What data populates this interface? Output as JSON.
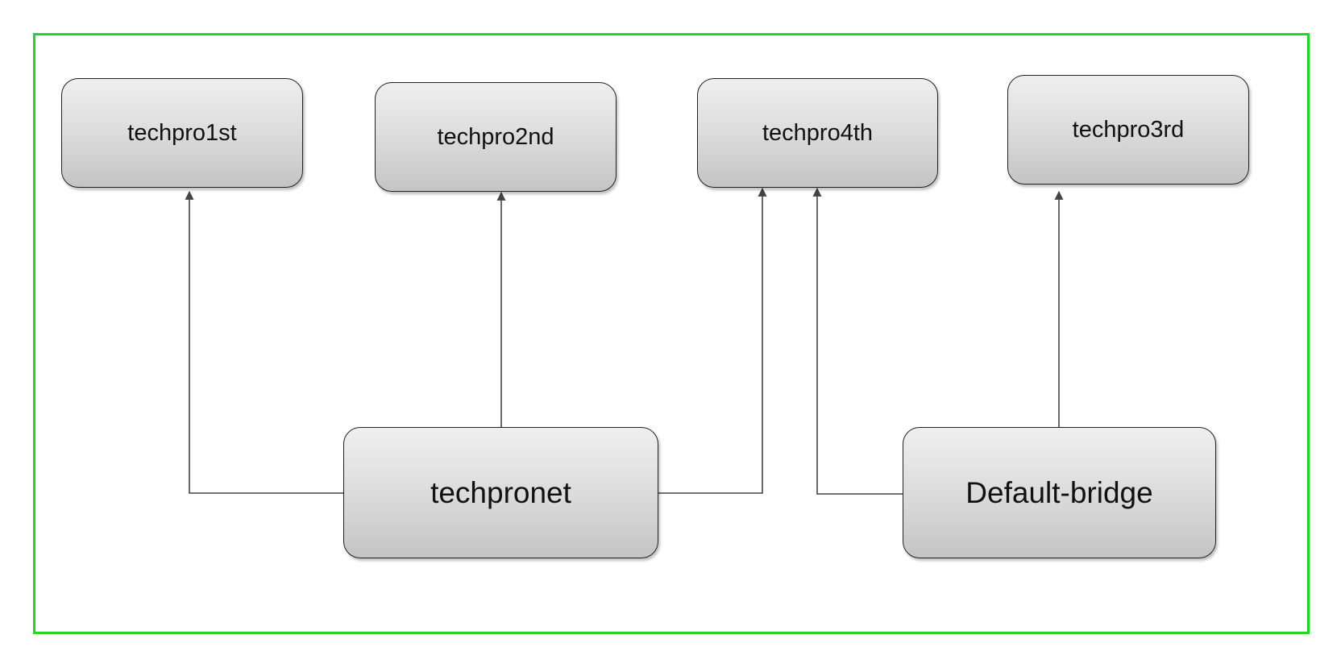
{
  "nodes": {
    "techpro1st": "techpro1st",
    "techpro2nd": "techpro2nd",
    "techpro4th": "techpro4th",
    "techpro3rd": "techpro3rd",
    "techpronet": "techpronet",
    "default_bridge": "Default-bridge"
  },
  "edges": [
    {
      "from": "techpronet",
      "to": "techpro1st"
    },
    {
      "from": "techpronet",
      "to": "techpro2nd"
    },
    {
      "from": "techpronet",
      "to": "techpro4th"
    },
    {
      "from": "Default-bridge",
      "to": "techpro4th"
    },
    {
      "from": "Default-bridge",
      "to": "techpro3rd"
    }
  ],
  "colors": {
    "frame_border": "#22d622",
    "node_border": "#222222",
    "connector": "#444444"
  }
}
